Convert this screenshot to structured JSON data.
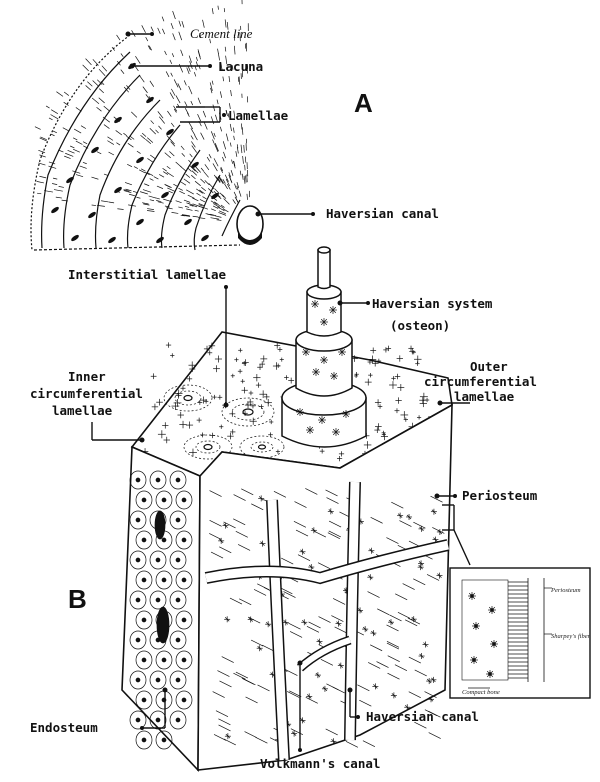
{
  "panels": {
    "a": "A",
    "b": "B"
  },
  "labels": {
    "cement_line": "Cement line",
    "lacuna": "Lacuna",
    "lamellae": "Lamellae",
    "haversian_canal_a": "Haversian canal",
    "interstitial_lamellae": "Interstitial lamellae",
    "haversian_system_1": "Haversian system",
    "haversian_system_2": "(osteon)",
    "inner_circ_1": "Inner",
    "inner_circ_2": "circumferential",
    "inner_circ_3": "lamellae",
    "outer_circ_1": "Outer",
    "outer_circ_2": "circumferential",
    "outer_circ_3": "lamellae",
    "periosteum": "Periosteum",
    "endosteum": "Endosteum",
    "haversian_canal_b": "Haversian canal",
    "volkmanns_canal": "Volkmann's canal"
  },
  "inset_labels": {
    "periosteum": "Periosteum",
    "sharpeys_fiber": "Sharpey's fiber",
    "compact_bone": "Compact bone"
  },
  "colors": {
    "ink": "#111111",
    "paper": "#ffffff"
  }
}
